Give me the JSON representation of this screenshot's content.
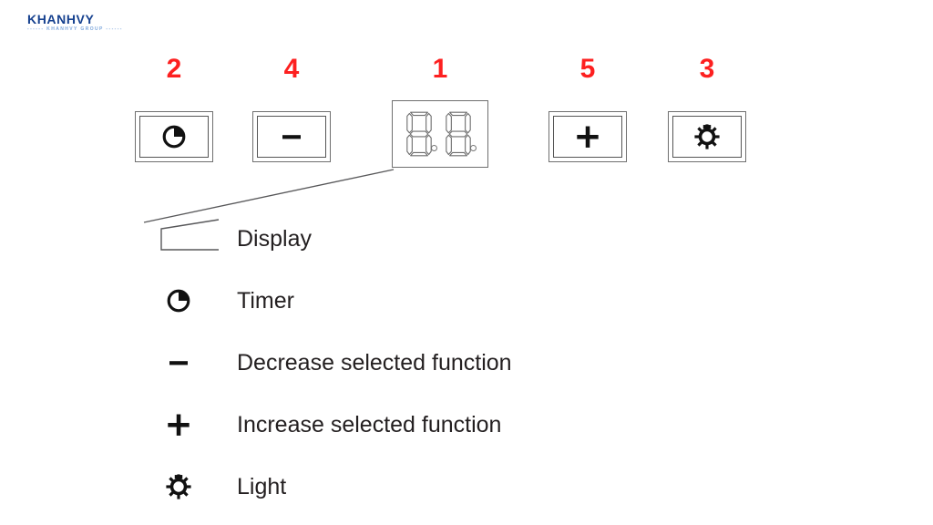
{
  "logo": {
    "name": "KHANHVY",
    "subtitle": "------ KHANHVY GROUP ------"
  },
  "colors": {
    "number": "#fd2020",
    "icon": "#1a1a1a",
    "frame": "#6f6f6f",
    "text": "#231f20",
    "logo": "#16418f"
  },
  "panel": {
    "controls": [
      {
        "number": "2",
        "icon": "timer-icon",
        "label": "Timer",
        "type": "button"
      },
      {
        "number": "4",
        "icon": "minus-icon",
        "label": "Decrease selected function",
        "type": "button"
      },
      {
        "number": "1",
        "icon": "seven-segment-display",
        "label": "Display",
        "type": "display",
        "digits": "88"
      },
      {
        "number": "5",
        "icon": "plus-icon",
        "label": "Increase selected function",
        "type": "button"
      },
      {
        "number": "3",
        "icon": "light-icon",
        "label": "Light",
        "type": "button"
      }
    ]
  },
  "legend": {
    "rows": [
      {
        "symbol": "display-callout-box",
        "label": "Display"
      },
      {
        "symbol": "timer-icon",
        "label": "Timer"
      },
      {
        "symbol": "minus-icon",
        "label": "Decrease selected function"
      },
      {
        "symbol": "plus-icon",
        "label": "Increase selected function"
      },
      {
        "symbol": "light-icon",
        "label": "Light"
      }
    ]
  }
}
